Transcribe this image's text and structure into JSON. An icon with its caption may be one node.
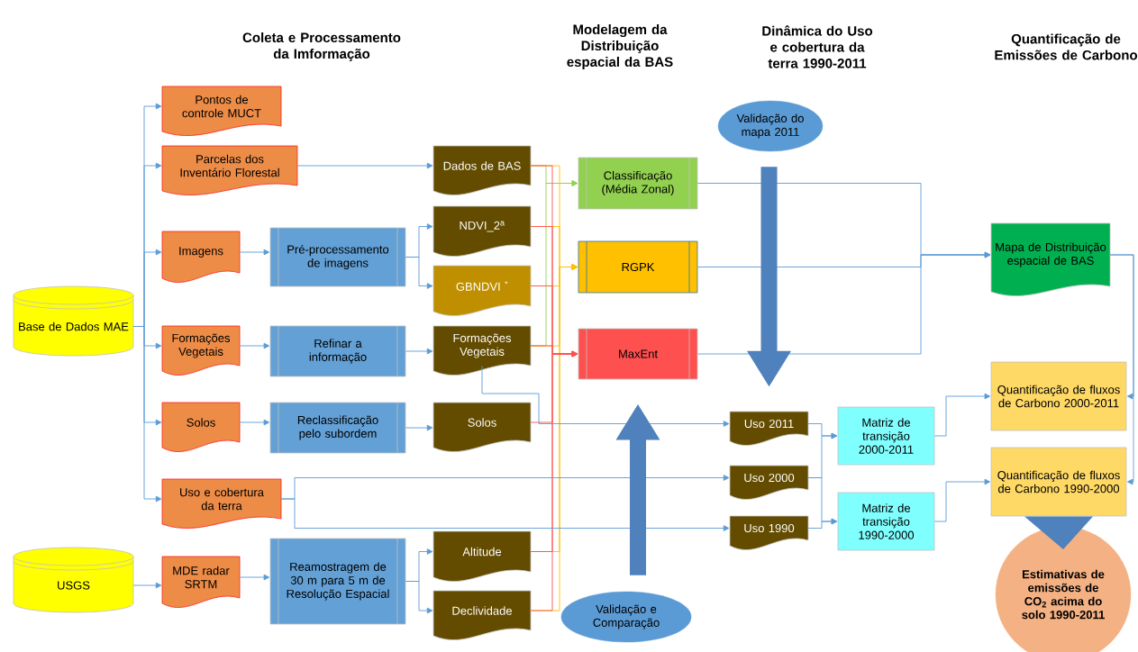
{
  "diagram": {
    "nodes": [
      {
        "text": [
          "Base de Dados MAE"
        ]
      },
      {
        "text": [
          "USGS"
        ]
      },
      {
        "text": [
          "Pontos de controle MUCT"
        ]
      },
      {
        "text": [
          "Parcelas dos Inventário Florestal"
        ]
      },
      {
        "text": [
          "Imagens"
        ]
      },
      {
        "text": [
          "Formações Vegetais"
        ]
      },
      {
        "text": [
          "Solos"
        ]
      },
      {
        "text": [
          "Uso e cobertura da terra"
        ]
      },
      {
        "text": [
          "MDE radar SRTM"
        ]
      },
      {
        "text": [
          "Pré-processamento de imagens"
        ]
      },
      {
        "text": [
          "Refinar a informação"
        ]
      },
      {
        "text": [
          "Reclassificação pelo subordem"
        ]
      },
      {
        "text": [
          "Reamostragem de 30 m para 5 m de Resolução Espacial"
        ]
      },
      {
        "text": [
          "Dados de BAS"
        ]
      },
      {
        "text": [
          "NDVI_2$^{a}$"
        ]
      },
      {
        "text": [
          "GBNDVI $^{*}$"
        ]
      },
      {
        "text": [
          "Formações Vegetais"
        ]
      },
      {
        "text": [
          "Solos"
        ]
      },
      {
        "text": [
          "Altitude"
        ]
      },
      {
        "text": [
          "Declividade"
        ]
      },
      {
        "text": [
          "Classificação (Média Zonal)"
        ]
      },
      {
        "text": [
          "RGPK"
        ]
      },
      {
        "text": [
          "MaxEnt"
        ]
      },
      {
        "text": [
          "Validação do mapa 2011"
        ]
      },
      {
        "text": [
          "Validação e Comparação"
        ]
      },
      {
        "text": [
          "Uso 2011"
        ]
      },
      {
        "text": [
          "Uso 2000"
        ]
      },
      {
        "text": [
          "Uso 1990"
        ]
      },
      {
        "text": [
          "Matriz de transição 2000-2011"
        ]
      },
      {
        "text": [
          "Matriz de transição 1990-2000"
        ]
      },
      {
        "text": [
          "Mapa de Distribuição espacial de BAS"
        ]
      },
      {
        "text": [
          "Quantificação de fluxos de Carbono 2000-2011"
        ]
      },
      {
        "text": [
          "Quantificação de fluxos de Carbono 1990-2000"
        ]
      },
      {
        "text": [
          "Estimativas de emissões de CO$_{2}$ acima do solo 1990-2011"
        ]
      }
    ],
    "edges": [
      {
        "from": 0,
        "to": 2,
        "arrow": "to"
      },
      {
        "from": 0,
        "to": 3,
        "arrow": "to"
      },
      {
        "from": 0,
        "to": 4,
        "arrow": "to"
      },
      {
        "from": 0,
        "to": 5,
        "arrow": "to"
      },
      {
        "from": 0,
        "to": 6,
        "arrow": "to"
      },
      {
        "from": 0,
        "to": 7,
        "arrow": "to"
      },
      {
        "from": 1,
        "to": 8,
        "arrow": "to"
      },
      {
        "from": 3,
        "to": 13,
        "arrow": "to"
      },
      {
        "from": 4,
        "to": 9,
        "arrow": "to"
      },
      {
        "from": 9,
        "to": 14,
        "arrow": "to"
      },
      {
        "from": 9,
        "to": 15,
        "arrow": "to"
      },
      {
        "from": 5,
        "to": 10,
        "arrow": "to"
      },
      {
        "from": 10,
        "to": 16,
        "arrow": "to"
      },
      {
        "from": 6,
        "to": 11,
        "arrow": "to"
      },
      {
        "from": 11,
        "to": 17,
        "arrow": "to"
      },
      {
        "from": 8,
        "to": 12,
        "arrow": "to"
      },
      {
        "from": 12,
        "to": 18,
        "arrow": "to"
      },
      {
        "from": 12,
        "to": 19,
        "arrow": "to"
      },
      {
        "from": 13,
        "to": 20,
        "arrow": "to",
        "color": "#92d050"
      },
      {
        "from": 16,
        "to": 20,
        "arrow": "to",
        "color": "#92d050"
      },
      {
        "from": 13,
        "to": 21,
        "arrow": "to",
        "color": "#ffc000"
      },
      {
        "from": 14,
        "to": 21,
        "arrow": "to",
        "color": "#ffc000"
      },
      {
        "from": 15,
        "to": 21,
        "arrow": "to",
        "color": "#ffc000"
      },
      {
        "from": 16,
        "to": 21,
        "arrow": "to",
        "color": "#ffc000"
      },
      {
        "from": 18,
        "to": 21,
        "arrow": "to",
        "color": "#ffc000"
      },
      {
        "from": 19,
        "to": 21,
        "arrow": "to",
        "color": "#ffc000"
      },
      {
        "from": 13,
        "to": 22,
        "arrow": "to",
        "color": "#ff5050"
      },
      {
        "from": 14,
        "to": 22,
        "arrow": "to",
        "color": "#ff5050"
      },
      {
        "from": 15,
        "to": 22,
        "arrow": "to",
        "color": "#ff5050"
      },
      {
        "from": 16,
        "to": 22,
        "arrow": "to",
        "color": "#ff5050"
      },
      {
        "from": 17,
        "to": 22,
        "arrow": "to",
        "color": "#ff5050"
      },
      {
        "from": 18,
        "to": 22,
        "arrow": "to",
        "color": "#ff5050"
      },
      {
        "from": 19,
        "to": 22,
        "arrow": "to",
        "color": "#ff5050"
      },
      {
        "from": 16,
        "to": 25,
        "arrow": "to"
      },
      {
        "from": 7,
        "to": 26,
        "arrow": "to"
      },
      {
        "from": 7,
        "to": 27,
        "arrow": "to"
      },
      {
        "from": 20,
        "to": 30,
        "arrow": "to"
      },
      {
        "from": 21,
        "to": 30,
        "arrow": "to"
      },
      {
        "from": 22,
        "to": 30,
        "arrow": "to"
      },
      {
        "from": 30,
        "to": 31,
        "arrow": "to"
      },
      {
        "from": 30,
        "to": 32,
        "arrow": "to"
      },
      {
        "from": 25,
        "to": 28,
        "arrow": "to"
      },
      {
        "from": 26,
        "to": 28,
        "arrow": "to"
      },
      {
        "from": 26,
        "to": 29,
        "arrow": "to"
      },
      {
        "from": 27,
        "to": 29,
        "arrow": "to"
      },
      {
        "from": 28,
        "to": 31,
        "arrow": "to"
      },
      {
        "from": 29,
        "to": 32,
        "arrow": "to"
      },
      {
        "from": 23,
        "to": 25,
        "arrow": "to",
        "style": "thick",
        "color": "#4f81bd"
      },
      {
        "from": 24,
        "to": 22,
        "arrow": "to",
        "style": "thick",
        "color": "#4f81bd"
      },
      {
        "from": 32,
        "to": 33,
        "arrow": "to",
        "style": "thick",
        "color": "#4f81bd"
      }
    ],
    "labels": [
      "Coleta e Processamento da Imformação",
      "Modelagem da Distribuição espacial da BAS",
      "Dinâmica do Uso e cobertura da terra 1990-2011",
      "Quantificação de Emissões de Carbono"
    ]
  }
}
